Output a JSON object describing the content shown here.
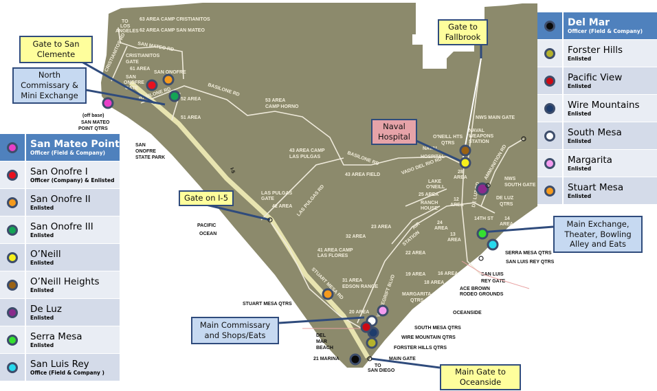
{
  "callouts": {
    "gate_san_clemente": "Gate to San Clemente",
    "north_commissary": "North Commissary & Mini Exchange",
    "gate_fallbrook": "Gate to Fallbrook",
    "naval_hospital": "Naval Hospital",
    "gate_i5": "Gate on I-5",
    "main_exchange": "Main Exchange, Theater, Bowling Alley and Eats",
    "main_commissary": "Main Commissary and Shops/Eats",
    "main_gate_oceanside": "Main Gate to Oceanside"
  },
  "legend_left": [
    {
      "name": "San Mateo Point",
      "sub": "Officer  (Field & Company)",
      "color": "#e83fc8"
    },
    {
      "name": "San Onofre I",
      "sub": "Officer (Company) & Enlisted",
      "color": "#e8111e"
    },
    {
      "name": "San Onofre II",
      "sub": "Enlisted",
      "color": "#f59a1d"
    },
    {
      "name": "San Onofre III",
      "sub": "Enlisted",
      "color": "#13a455"
    },
    {
      "name": "O’Neill",
      "sub": "Enlisted",
      "color": "#f6f01c"
    },
    {
      "name": "O’Neill Heights",
      "sub": "Enlisted",
      "color": "#9a6214"
    },
    {
      "name": "De Luz",
      "sub": "Enlisted",
      "color": "#8a2b8c"
    },
    {
      "name": "Serra Mesa",
      "sub": "Enlisted",
      "color": "#35e030"
    },
    {
      "name": "San Luis Rey",
      "sub": "Office (Field & Company )",
      "color": "#27d9ee"
    }
  ],
  "legend_right": [
    {
      "name": "Del Mar",
      "sub": "Officer (Field & Company)",
      "color": "#0a0a0a"
    },
    {
      "name": "Forster Hills",
      "sub": "Enlisted",
      "color": "#b5b22c"
    },
    {
      "name": "Pacific View",
      "sub": "Enlisted",
      "color": "#cc0a14"
    },
    {
      "name": "Wire Mountains",
      "sub": "Enlisted",
      "color": "#1e3c6c"
    },
    {
      "name": "South Mesa",
      "sub": "Enlisted",
      "color": "#ffffff"
    },
    {
      "name": "Margarita",
      "sub": "Enlisted",
      "color": "#f49cf0"
    },
    {
      "name": "Stuart Mesa",
      "sub": "Enlisted",
      "color": "#f59a1d"
    }
  ],
  "map": {
    "labels": [
      "63 AREA CAMP CRISTIANITOS",
      "62 AREA CAMP SAN MATEO",
      "SAN MATEO RD",
      "CRISTIANITOS RD",
      "CRISTIANITOS",
      "GATE",
      "61 AREA",
      "SAN ONOFRE",
      "SAN",
      "ONOFRE",
      "GATE",
      "BASILONE RD",
      "BASILONE RD",
      "52 AREA",
      "51 AREA",
      "53 AREA",
      "CAMP HORNO",
      "TO",
      "LOS",
      "ANGELES",
      "(off base)",
      "SAN MATEO",
      "POINT QTRS",
      "SAN",
      "ONOFRE",
      "STATE PARK",
      "I-5",
      "43 AREA CAMP",
      "LAS PULGAS",
      "BASILONE RD",
      "43 AREA FIELD",
      "LAS PULGAS RD",
      "LAS PULGAS",
      "GATE",
      "42 AREA",
      "PACIFIC",
      "OCEAN",
      "32 AREA",
      "41 AREA CAMP",
      "LAS FLORES",
      "STUART MESA RD",
      "31 AREA",
      "EDSON RANGE",
      "O'NEILL HTS",
      "QTRS",
      "NAVAL",
      "WEAPONS",
      "STATION",
      "NWS MAIN GATE",
      "AMMUNITION RD",
      "NWS",
      "SOUTH GATE",
      "DE LUZ",
      "QTRS",
      "LAKE",
      "O'NEILL",
      "25 AREA",
      "RANCH",
      "HOUSE",
      "12",
      "AREA",
      "23 AREA",
      "AIR",
      "STATION",
      "24",
      "AREA",
      "13",
      "AREA",
      "14TH ST",
      "14",
      "AREA",
      "22 AREA",
      "19 AREA",
      "16 AREA",
      "18 AREA",
      "VANDEGRIFT BLVD",
      "MARGARITA",
      "QTRS",
      "20 AREA",
      "SERRA MESA QTRS",
      "SAN LUIS REY QTRS",
      "SAN LUIS",
      "REY GATE",
      "ACE BROWN",
      "RODEO GROUNDS",
      "OCEANSIDE",
      "STUART MESA QTRS",
      "SOUTH MESA QTRS",
      "WIRE MOUNTAIN QTRS",
      "FORSTER HILLS QTRS",
      "MAIN GATE",
      "DEL",
      "MAR",
      "BEACH",
      "21 MARINA",
      "TO",
      "SAN DIEGO",
      "NAVAL",
      "HOSPITAL",
      "28",
      "AREA",
      "DE LUZ RD",
      "VADO DEL RIO RD"
    ]
  }
}
